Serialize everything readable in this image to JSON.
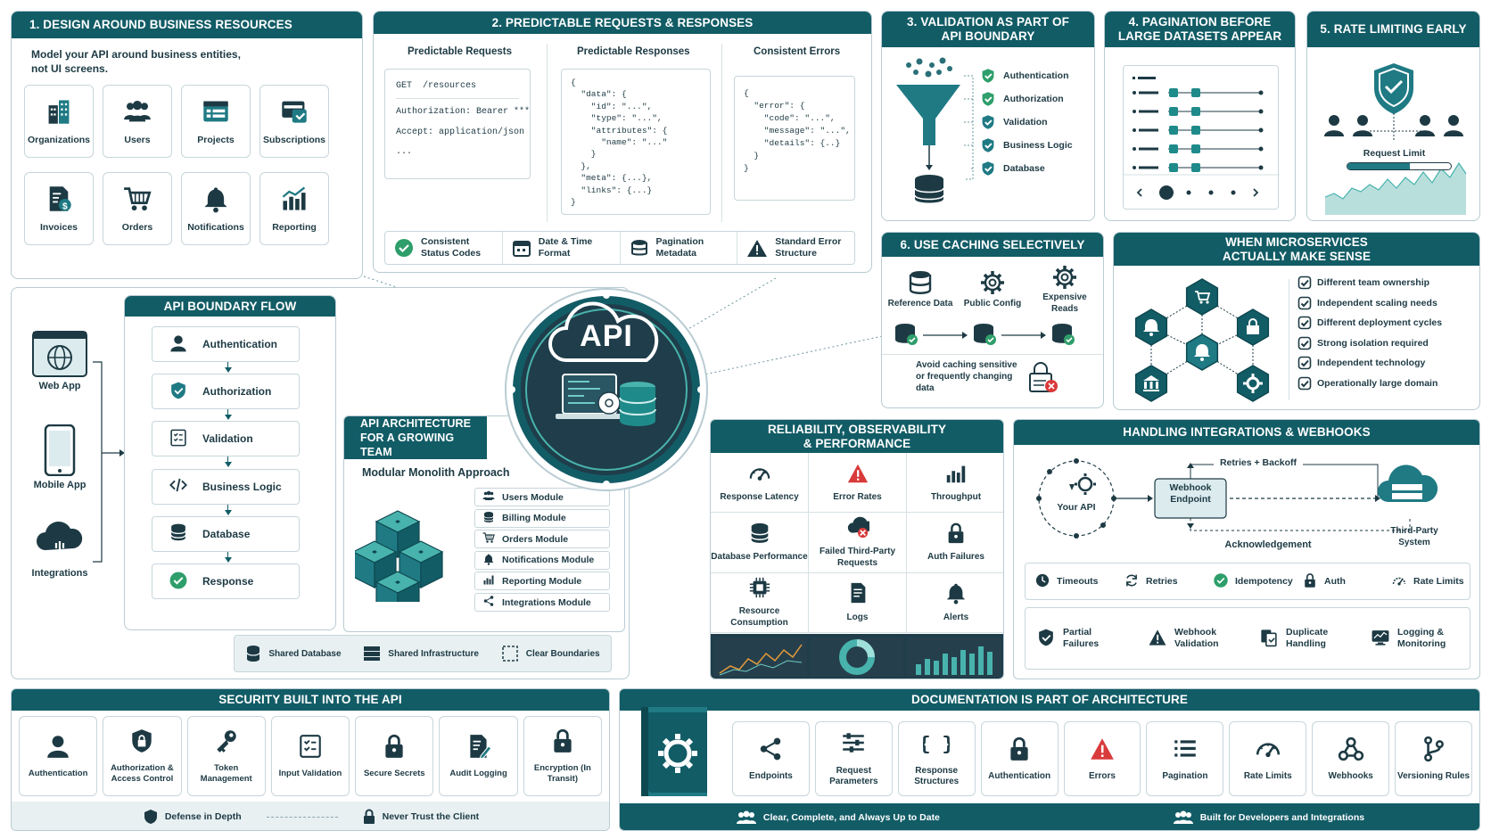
{
  "p1": {
    "title": "1. DESIGN AROUND BUSINESS RESOURCES",
    "desc": "Model your API around business entities, not UI screens.",
    "items": [
      {
        "label": "Organizations",
        "icon": "building-icon"
      },
      {
        "label": "Users",
        "icon": "users-icon"
      },
      {
        "label": "Projects",
        "icon": "projects-icon"
      },
      {
        "label": "Subscriptions",
        "icon": "subscriptions-icon"
      },
      {
        "label": "Invoices",
        "icon": "invoice-icon"
      },
      {
        "label": "Orders",
        "icon": "cart-icon"
      },
      {
        "label": "Notifications",
        "icon": "bell-icon"
      },
      {
        "label": "Reporting",
        "icon": "chart-icon"
      }
    ]
  },
  "p2": {
    "title": "2. PREDICTABLE REQUESTS & RESPONSES",
    "col1": "Predictable Requests",
    "col2": "Predictable Responses",
    "col3": "Consistent Errors",
    "req_line1": "GET  /resources",
    "req_line2": "Authorization: Bearer ***",
    "req_line3": "Accept: application/json",
    "req_line4": "...",
    "resp_code": "{\n  \"data\": {\n    \"id\": \"...\",\n    \"type\": \"...\",\n    \"attributes\": {\n      \"name\": \"...\"\n    }\n  },\n  \"meta\": {...},\n  \"links\": {...}\n}",
    "err_code": "{\n  \"error\": {\n    \"code\": \"...\",\n    \"message\": \"...\",\n    \"details\": {..}\n  }\n}",
    "footer": [
      {
        "label": "Consistent Status Codes",
        "icon": "check-circle-icon"
      },
      {
        "label": "Date & Time Format",
        "icon": "calendar-icon"
      },
      {
        "label": "Pagination Metadata",
        "icon": "database-icon"
      },
      {
        "label": "Standard Error Structure",
        "icon": "warning-icon"
      }
    ]
  },
  "p3": {
    "title": "3. VALIDATION AS PART OF API BOUNDARY",
    "items": [
      "Authentication",
      "Authorization",
      "Validation",
      "Business Logic",
      "Database"
    ]
  },
  "p4": {
    "title": "4. PAGINATION BEFORE LARGE DATASETS APPEAR"
  },
  "p5": {
    "title": "5. RATE LIMITING EARLY",
    "limit_label": "Request Limit",
    "limit_level": 0.6
  },
  "p6": {
    "title": "6. USE CACHING SELECTIVELY",
    "items": [
      "Reference Data",
      "Public Config",
      "Expensive Reads"
    ],
    "warning": "Avoid caching sensitive or frequently changing data"
  },
  "micro": {
    "title": "WHEN MICROSERVICES ACTUALLY MAKE SENSE",
    "items": [
      "Different team ownership",
      "Independent scaling needs",
      "Different deployment cycles",
      "Strong isolation required",
      "Independent technology",
      "Operationally large domain"
    ]
  },
  "flow": {
    "title": "API BOUNDARY FLOW",
    "clients": [
      "Web App",
      "Mobile App",
      "Integrations"
    ],
    "steps": [
      {
        "label": "Authentication",
        "icon": "user-icon"
      },
      {
        "label": "Authorization",
        "icon": "shield-icon"
      },
      {
        "label": "Validation",
        "icon": "checklist-icon"
      },
      {
        "label": "Business Logic",
        "icon": "code-icon"
      },
      {
        "label": "Database",
        "icon": "database-icon"
      },
      {
        "label": "Response",
        "icon": "check-circle-icon"
      }
    ]
  },
  "center": {
    "label": "API"
  },
  "arch": {
    "title": "API ARCHITECTURE FOR A GROWING TEAM",
    "subtitle": "Modular Monolith Approach",
    "modules": [
      "Users Module",
      "Billing Module",
      "Orders Module",
      "Notifications Module",
      "Reporting Module",
      "Integrations Module"
    ],
    "footer": [
      "Shared Database",
      "Shared Infrastructure",
      "Clear Boundaries"
    ]
  },
  "rel": {
    "title": "RELIABILITY, OBSERVABILITY & PERFORMANCE",
    "cells": [
      {
        "label": "Response Latency",
        "icon": "gauge-icon"
      },
      {
        "label": "Error Rates",
        "icon": "warning-icon"
      },
      {
        "label": "Throughput",
        "icon": "bar-chart-icon"
      },
      {
        "label": "Database Performance",
        "icon": "database-icon"
      },
      {
        "label": "Failed Third-Party Requests",
        "icon": "cloud-error-icon"
      },
      {
        "label": "Auth Failures",
        "icon": "lock-icon"
      },
      {
        "label": "Resource Consumption",
        "icon": "chip-icon"
      },
      {
        "label": "Logs",
        "icon": "document-icon"
      },
      {
        "label": "Alerts",
        "icon": "bell-icon"
      }
    ]
  },
  "hooks": {
    "title": "HANDLING INTEGRATIONS & WEBHOOKS",
    "your_api": "Your API",
    "endpoint": "Webhook Endpoint",
    "retries": "Retries + Backoff",
    "ack": "Acknowledgement",
    "third": "Third-Party System",
    "row1": [
      "Timeouts",
      "Retries",
      "Idempotency",
      "Auth",
      "Rate Limits"
    ],
    "row2": [
      "Partial Failures",
      "Webhook Validation",
      "Duplicate Handling",
      "Logging & Monitoring"
    ]
  },
  "sec": {
    "title": "SECURITY BUILT INTO THE API",
    "items": [
      {
        "label": "Authentication",
        "icon": "user-icon"
      },
      {
        "label": "Authorization & Access Control",
        "icon": "shield-lock-icon"
      },
      {
        "label": "Token Management",
        "icon": "key-icon"
      },
      {
        "label": "Input Validation",
        "icon": "checklist-icon"
      },
      {
        "label": "Secure Secrets",
        "icon": "lock-icon"
      },
      {
        "label": "Audit Logging",
        "icon": "audit-icon"
      },
      {
        "label": "Encryption (In Transit)",
        "icon": "lock-icon"
      }
    ],
    "footer1": "Defense in Depth",
    "footer2": "Never Trust the Client"
  },
  "docs": {
    "title": "DOCUMENTATION IS PART OF ARCHITECTURE",
    "items": [
      {
        "label": "Endpoints",
        "icon": "share-icon"
      },
      {
        "label": "Request Parameters",
        "icon": "sliders-icon"
      },
      {
        "label": "Response Structures",
        "icon": "braces-icon"
      },
      {
        "label": "Authentication",
        "icon": "lock-icon"
      },
      {
        "label": "Errors",
        "icon": "warning-icon"
      },
      {
        "label": "Pagination",
        "icon": "list-icon"
      },
      {
        "label": "Rate Limits",
        "icon": "gauge-icon"
      },
      {
        "label": "Webhooks",
        "icon": "webhook-icon"
      },
      {
        "label": "Versioning Rules",
        "icon": "branch-icon"
      }
    ],
    "footer1": "Clear, Complete, and Always Up to Date",
    "footer2": "Built for Developers and Integrations"
  },
  "colors": {
    "primary": "#125c66",
    "accent": "#1f8a8a",
    "teal_light": "#48b3ad",
    "green": "#2e9e6a",
    "red": "#d93a3a",
    "border": "#b9ccd2"
  }
}
